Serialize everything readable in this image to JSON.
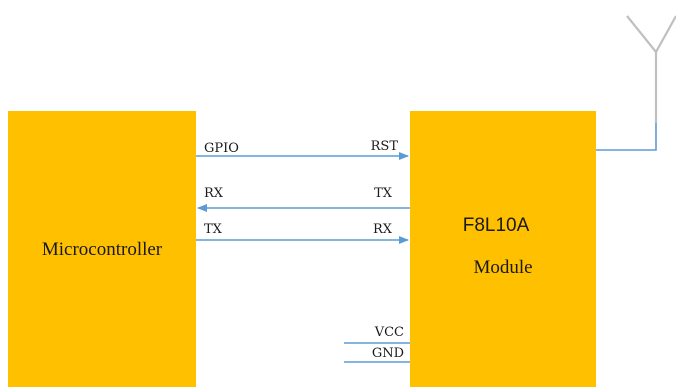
{
  "blocks": {
    "microcontroller": {
      "label": "Microcontroller",
      "fill": "#FFC000"
    },
    "module": {
      "label_line1": "F8L10A",
      "label_line2": "Module",
      "fill": "#FFC000"
    }
  },
  "signals": {
    "gpio_label": "GPIO",
    "rst_label": "RST",
    "mcu_rx_label": "RX",
    "module_tx_label": "TX",
    "mcu_tx_label": "TX",
    "module_rx_label": "RX",
    "vcc_label": "VCC",
    "gnd_label": "GND"
  },
  "colors": {
    "wire": "#5B9BD5",
    "antenna": "#BFBFBF",
    "text": "#1a1a1a"
  },
  "icons": {
    "antenna": "antenna-icon"
  }
}
